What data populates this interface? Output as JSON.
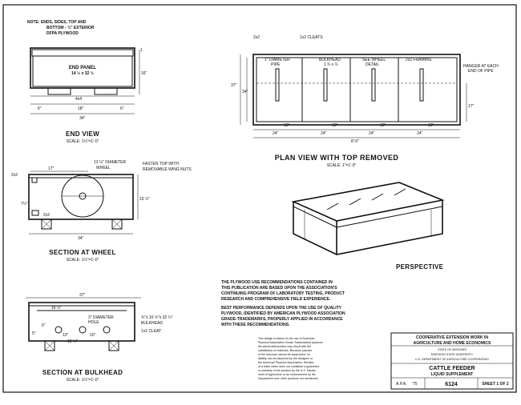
{
  "note": {
    "line1": "NOTE: ENDS, SIDES, TOP AND",
    "line2": "BOTTOM - ¾\" EXTERIOR",
    "line3": "DFPA PLYWOOD"
  },
  "end_view": {
    "title": "END VIEW",
    "scale": "SCALE: 1½\"=1'-0\"",
    "panel_label": "END PANEL",
    "panel_size": "14 ½ x 32 ½",
    "dims": {
      "top_h": "1",
      "height": "16\"",
      "lumber": "4x4",
      "left": "6\"",
      "mid": "18\"",
      "right": "6\"",
      "width": "34\""
    }
  },
  "section_wheel": {
    "title": "SECTION AT WHEEL",
    "scale": "SCALE: 1½\"=1'-0\"",
    "wheel_label1": "13 ½\" DIAMETER",
    "wheel_label2": "WHEEL",
    "fasten1": "FASTEN TOP WITH",
    "fasten2": "REMOVABLE WING NUTS",
    "dims": {
      "top": "17\"",
      "left_lumber": "2x2",
      "inner": "7½\"",
      "cleat": "2x2",
      "height": "15 ½\"",
      "width": "34\""
    }
  },
  "section_bulkhead": {
    "title": "SECTION AT BULKHEAD",
    "scale": "SCALE: 1½\"=1'-0\"",
    "bulk_label1": "¾\"x 10 ½\"x 32 ¼\"",
    "bulk_label2": "BULKHEAD",
    "cleat_label": "1x2 CLEAT",
    "dims": {
      "overall": "37\"",
      "inner": "16 ¼\"",
      "pipe": "3\" DIAMETER",
      "pipe2": "HOLE",
      "a": "10\"",
      "b": "10\"",
      "c": "12 ¼\"",
      "d": "6\"",
      "h": "5\""
    }
  },
  "plan_view": {
    "title": "PLAN VIEW WITH TOP REMOVED",
    "scale": "SCALE: 1\"=1'-0\"",
    "labels": {
      "l2x2": "2x2",
      "cleats": "1x2 CLEATS",
      "pipe1": "1\" DIAMETER",
      "pipe2": "PIPE",
      "bulk1": "BULKHEAD",
      "bulk2": "1 ¾ x ½",
      "wheel1": "SEE WHEEL",
      "wheel2": "DETAIL",
      "framing": "2x2 FRAMING",
      "hanger1": "HANGER AT EACH",
      "hanger2": "END OF PIPE"
    },
    "dims": {
      "left_h": "37\"",
      "left_h2": "34\"",
      "right_h": "17\"",
      "bay": "12\"",
      "span": "24\"",
      "overall": "8'-0\""
    }
  },
  "perspective": {
    "title": "PERSPECTIVE"
  },
  "recommendations": {
    "p1": [
      "THE PLYWOOD USE RECOMMENDATIONS CONTAINED IN",
      "THIS PUBLICATION ARE BASED UPON THE ASSOCIATION'S",
      "CONTINUING PROGRAM OF LABORATORY TESTING, PRODUCT",
      "RESEARCH AND COMPREHENSIVE FIELD EXPERIENCE."
    ],
    "p2": [
      "BEST PERFORMANCE DEPENDS UPON THE USE OF QUALITY",
      "PLYWOOD, IDENTIFIED BY AMERICAN PLYWOOD ASSOCIATION",
      "GRADE-TRADEMARKS, PROPERLY APPLIED IN ACCORDANCE",
      "WITH THESE RECOMMENDATIONS."
    ]
  },
  "disclaimer": [
    "This design is based on the use of American",
    "Plywood Association Grade-Trademarked plywood.",
    "Structural deficiencies may result with the",
    "substitution of materials. Because practice",
    "of the structure cannot be supervised, no",
    "liability can be assumed by the designer or",
    "the American Plywood Association. Mention",
    "of a trade name does not constitute a guarantee",
    "or warranty of the product by the U.S. Depart-",
    "ment of Agriculture or an endorsement by the",
    "Department over other products not mentioned."
  ],
  "title_block": {
    "coop1": "COOPERATIVE EXTENSION WORK IN",
    "coop2": "AGRICULTURE AND HOME ECONOMICS",
    "state1": "STATE OF MISSOURI",
    "state2": "MISSOURI STATE UNIVERSITY",
    "state3": "U.S. DEPARTMENT OF AGRICULTURE COOPERATING",
    "project": "CATTLE FEEDER",
    "subtitle": "LIQUID SUPPLEMENT",
    "ref_label": "A.P.A.",
    "ref_year": "'75",
    "plan_no": "6124",
    "sheet": "SHEET 1 OF 2"
  }
}
